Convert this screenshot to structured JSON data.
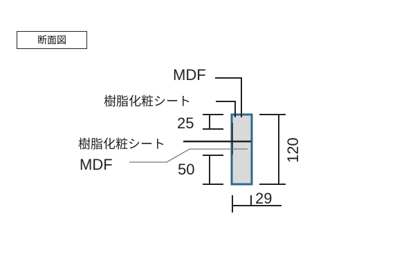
{
  "title": "断面図",
  "labels": {
    "top_mdf": "MDF",
    "top_sheet": "樹脂化粧シート",
    "mid_sheet": "樹脂化粧シート",
    "mid_mdf": "MDF"
  },
  "dimensions": {
    "upper": "25",
    "lower": "50",
    "height": "120",
    "width": "29"
  },
  "colors": {
    "profile_border": "#2b6a8c",
    "profile_fill": "#d9d9d9",
    "line": "#231f20"
  }
}
